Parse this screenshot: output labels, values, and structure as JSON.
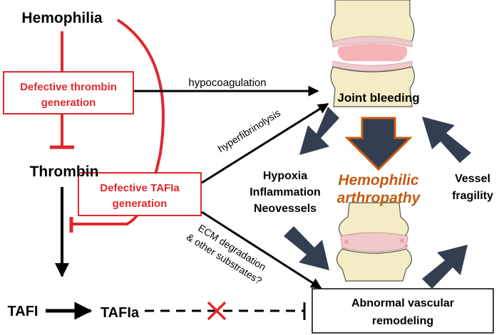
{
  "labels": {
    "hemophilia": "Hemophilia",
    "defective_thrombin_line1": "Defective thrombin",
    "defective_thrombin_line2": "generation",
    "thrombin": "Thrombin",
    "defective_tafia_line1": "Defective TAFIa",
    "defective_tafia_line2": "generation",
    "tafi": "TAFI",
    "tafia": "TAFIa",
    "hypocoagulation": "hypocoagulation",
    "hyperfibrinolysis": "hyperfibrinolysis",
    "ecm_line1": "ECM degradation",
    "ecm_line2": "& other substrates?",
    "joint_bleeding": "Joint bleeding",
    "hypoxia": "Hypoxia",
    "inflammation": "Inflammation",
    "neovessels": "Neovessels",
    "hemophilic_line1": "Hemophilic",
    "hemophilic_line2": "arthropathy",
    "vessel": "Vessel",
    "fragility": "fragility",
    "abnormal_line1": "Abnormal vascular",
    "abnormal_line2": "remodeling"
  },
  "colors": {
    "red": "#e0282c",
    "black": "#000000",
    "navy": "#333f50",
    "orange": "#c55a11",
    "bone": "#f3ecc4",
    "cartilage": "#f0c9cb"
  }
}
